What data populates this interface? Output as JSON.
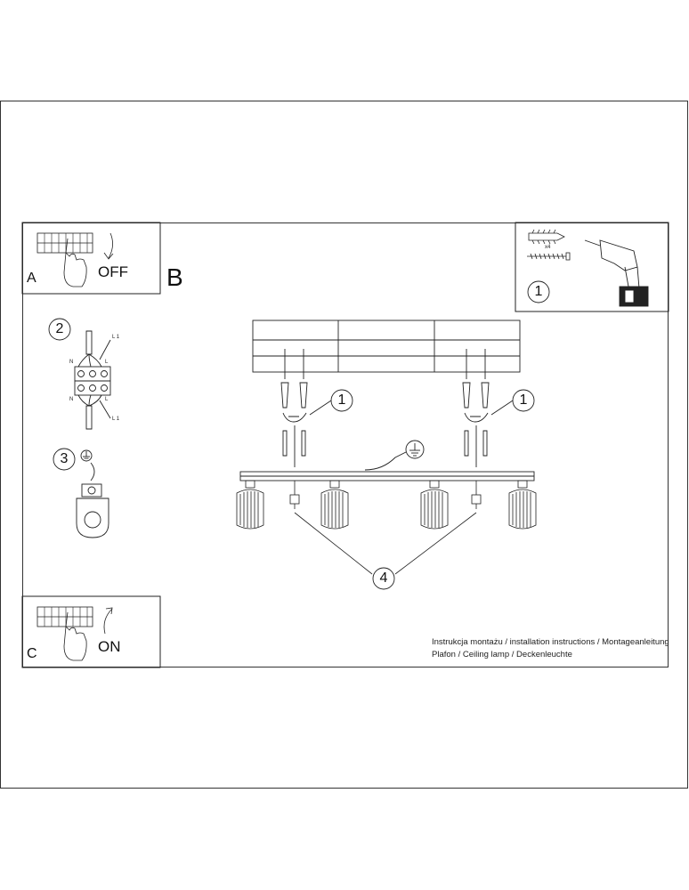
{
  "steps": {
    "a_letter": "A",
    "a_action": "OFF",
    "b_letter": "B",
    "c_letter": "C",
    "c_action": "ON"
  },
  "callouts": {
    "drill": "1",
    "mount_left": "1",
    "mount_right": "1",
    "wiring": "2",
    "earth": "3",
    "lamps": "4"
  },
  "wiring_labels": {
    "l1_top": "L 1",
    "n_top": "N",
    "l_top": "L",
    "n_bottom": "N",
    "l_bottom": "L",
    "l1_bottom": "L 1"
  },
  "fixings": {
    "quantity": "x4"
  },
  "caption": {
    "line1": "Instrukcja montażu / installation instructions / Montageanleitung",
    "line2": "Plafon / Ceiling lamp / Deckenleuchte"
  },
  "colors": {
    "line": "#222222",
    "frame": "#333333"
  }
}
